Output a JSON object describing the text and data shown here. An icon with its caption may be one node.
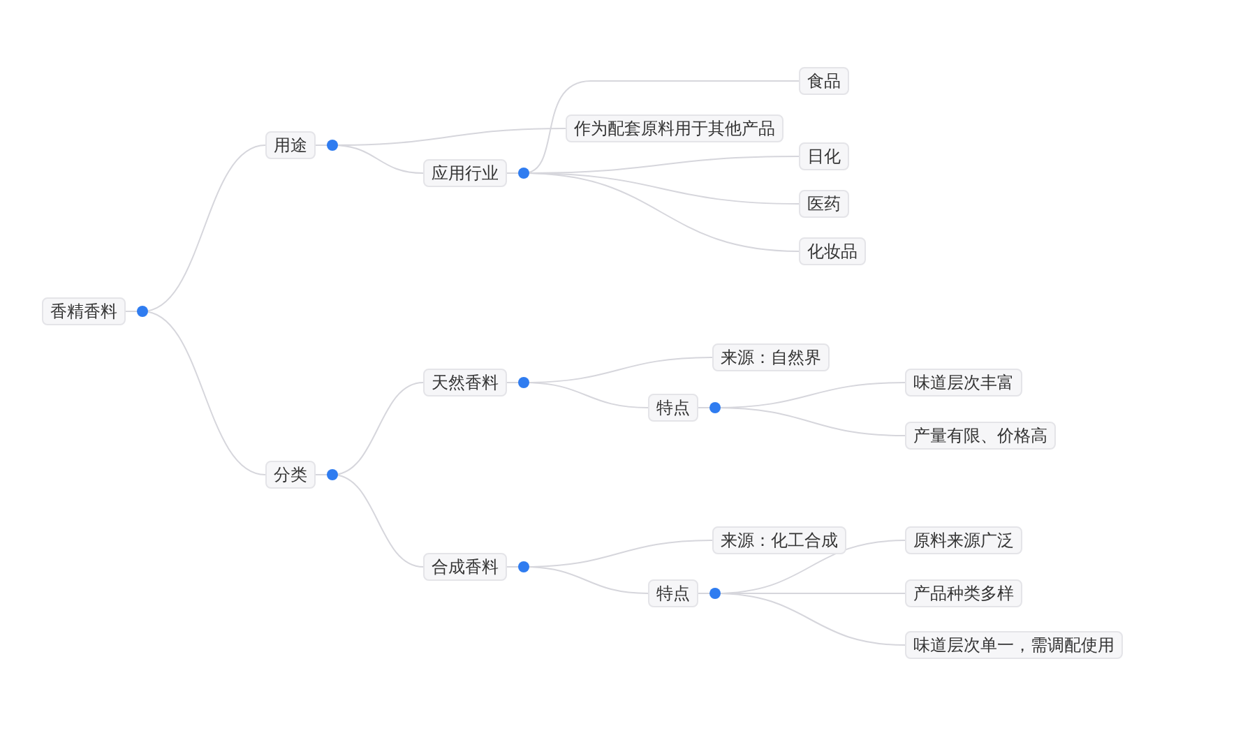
{
  "diagram": {
    "nodes": [
      {
        "text": [
          "香精香料"
        ]
      },
      {
        "text": [
          "用途"
        ]
      },
      {
        "text": [
          "作为配套原料用于其他产品"
        ]
      },
      {
        "text": [
          "应用行业"
        ]
      },
      {
        "text": [
          "食品"
        ]
      },
      {
        "text": [
          "日化"
        ]
      },
      {
        "text": [
          "医药"
        ]
      },
      {
        "text": [
          "化妆品"
        ]
      },
      {
        "text": [
          "分类"
        ]
      },
      {
        "text": [
          "天然香料"
        ]
      },
      {
        "text": [
          "来源：自然界"
        ]
      },
      {
        "text": [
          "特点"
        ]
      },
      {
        "text": [
          "味道层次丰富"
        ]
      },
      {
        "text": [
          "产量有限、价格高"
        ]
      },
      {
        "text": [
          "合成香料"
        ]
      },
      {
        "text": [
          "来源：化工合成"
        ]
      },
      {
        "text": [
          "特点"
        ]
      },
      {
        "text": [
          "原料来源广泛"
        ]
      },
      {
        "text": [
          "产品种类多样"
        ]
      },
      {
        "text": [
          "味道层次单一，需调配使用"
        ]
      }
    ],
    "edges": [
      {
        "from": 0,
        "to": 1,
        "arrow": "none"
      },
      {
        "from": 0,
        "to": 8,
        "arrow": "none"
      },
      {
        "from": 1,
        "to": 2,
        "arrow": "none"
      },
      {
        "from": 1,
        "to": 3,
        "arrow": "none"
      },
      {
        "from": 3,
        "to": 4,
        "arrow": "none"
      },
      {
        "from": 3,
        "to": 5,
        "arrow": "none"
      },
      {
        "from": 3,
        "to": 6,
        "arrow": "none"
      },
      {
        "from": 3,
        "to": 7,
        "arrow": "none"
      },
      {
        "from": 8,
        "to": 9,
        "arrow": "none"
      },
      {
        "from": 8,
        "to": 14,
        "arrow": "none"
      },
      {
        "from": 9,
        "to": 10,
        "arrow": "none"
      },
      {
        "from": 9,
        "to": 11,
        "arrow": "none"
      },
      {
        "from": 11,
        "to": 12,
        "arrow": "none"
      },
      {
        "from": 11,
        "to": 13,
        "arrow": "none"
      },
      {
        "from": 14,
        "to": 15,
        "arrow": "none"
      },
      {
        "from": 14,
        "to": 16,
        "arrow": "none"
      },
      {
        "from": 16,
        "to": 17,
        "arrow": "none"
      },
      {
        "from": 16,
        "to": 18,
        "arrow": "none"
      },
      {
        "from": 16,
        "to": 19,
        "arrow": "none"
      }
    ]
  }
}
